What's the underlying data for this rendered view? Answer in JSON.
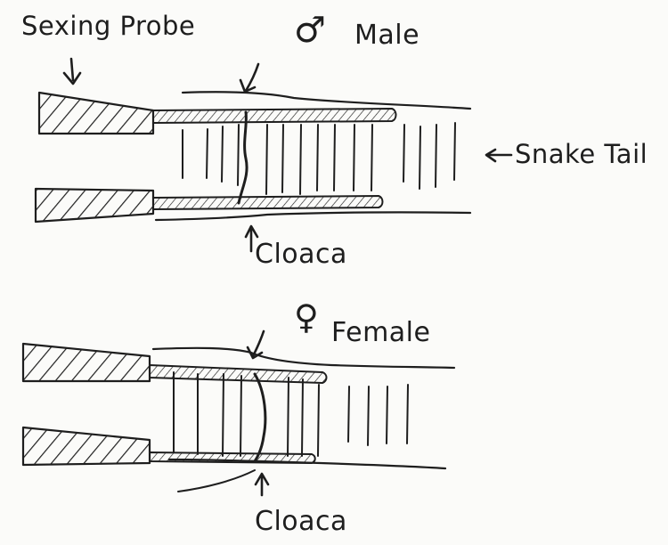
{
  "labels": {
    "sexing_probe": "Sexing Probe",
    "male_symbol": "♂",
    "male": "Male",
    "snake_tail": "Snake Tail",
    "cloaca_top": "Cloaca",
    "female_symbol": "♀",
    "female": "Female",
    "cloaca_bottom": "Cloaca"
  }
}
